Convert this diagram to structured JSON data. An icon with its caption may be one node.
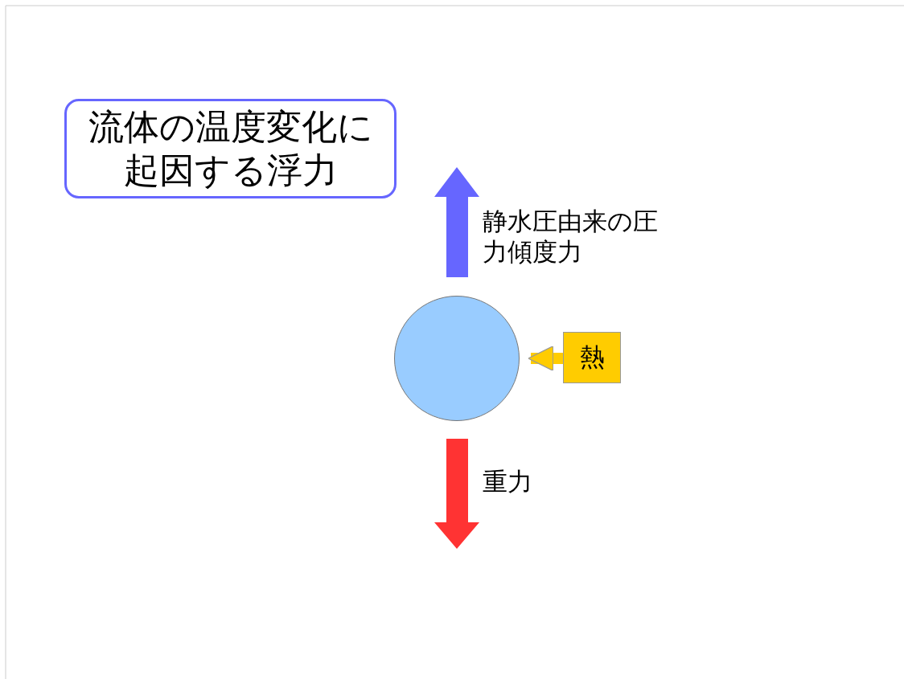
{
  "diagram": {
    "nodes": [
      {
        "text": [
          "流体の温度変化に起因する浮力"
        ]
      },
      {
        "text": [],
        "shape": "circle"
      },
      {
        "text": [
          "熱"
        ]
      }
    ],
    "edges": [
      {
        "from": 2,
        "to": 1,
        "arrow": "to"
      }
    ],
    "labels": [
      "静水圧由来の圧力傾度力",
      "重力"
    ]
  }
}
